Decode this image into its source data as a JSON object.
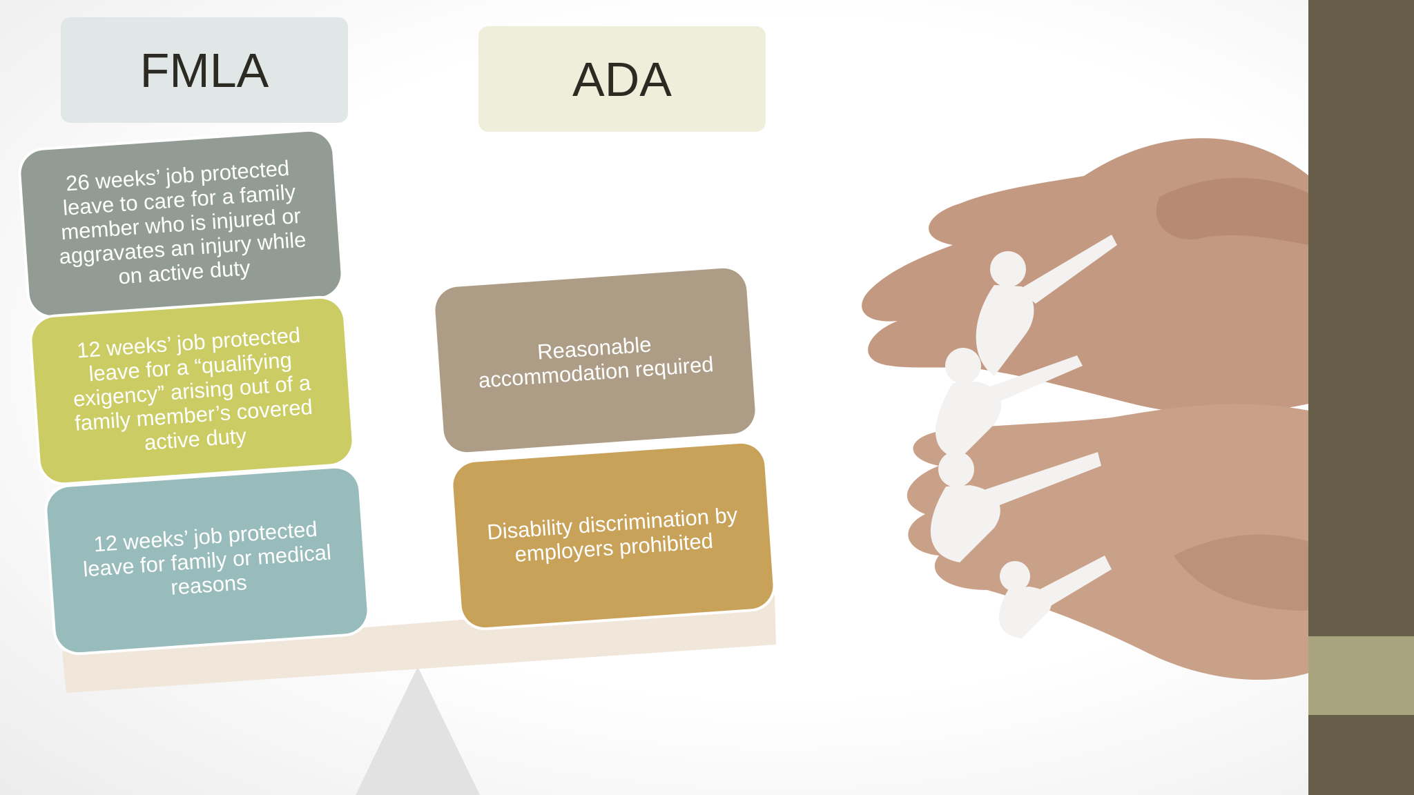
{
  "fmla": {
    "title": "FMLA",
    "items": [
      "26 weeks’ job protected\nleave to care for a family\nmember who is injured or\naggravates an injury while\non active duty",
      "12 weeks’ job protected\nleave for a “qualifying\nexigency” arising out of a\nfamily member’s covered\nactive duty",
      "12 weeks’ job protected\nleave for family or medical\nreasons"
    ]
  },
  "ada": {
    "title": "ADA",
    "items": [
      "Reasonable\naccommodation required",
      "Disability discrimination by\nemployers prohibited"
    ]
  },
  "colors": {
    "fmla_header": "#e1e7e6",
    "ada_header": "#efeedb",
    "card_gray": "#929c95",
    "card_yellow": "#cccc64",
    "card_teal": "#98bbbc",
    "card_taupe": "#ae9d86",
    "card_gold": "#c9a259",
    "beam": "#f0e6da",
    "fulcrum": "#e2e2e2",
    "sidebar_dark": "#665e48",
    "sidebar_light": "#a8a57e"
  },
  "image": {
    "icon": "paper-family-in-hands-illustration"
  }
}
